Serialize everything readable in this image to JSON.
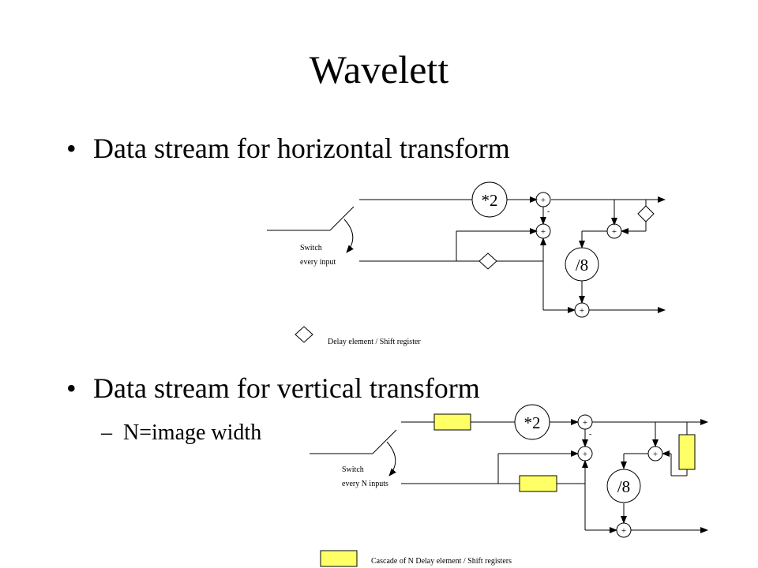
{
  "slide": {
    "title": "Wavelett",
    "bullets": [
      {
        "marker": "•",
        "text": "Data stream for horizontal transform"
      },
      {
        "marker": "•",
        "text": "Data stream for vertical transform"
      }
    ],
    "sub_bullet": {
      "marker": "–",
      "text": "N=image width"
    }
  },
  "diagram_horizontal": {
    "multiplier_label": "*2",
    "divider_label": "/8",
    "adder_symbol": "+",
    "minus_symbol": "-",
    "switch_label_line1": "Switch",
    "switch_label_line2": "every input",
    "legend_label": "Delay element / Shift register"
  },
  "diagram_vertical": {
    "multiplier_label": "*2",
    "divider_label": "/8",
    "adder_symbol": "+",
    "minus_symbol": "-",
    "switch_label_line1": "Switch",
    "switch_label_line2": "every N inputs",
    "legend_label": "Cascade of N Delay element / Shift registers"
  },
  "colors": {
    "cascade_fill": "#ffff66",
    "line": "#000000"
  }
}
